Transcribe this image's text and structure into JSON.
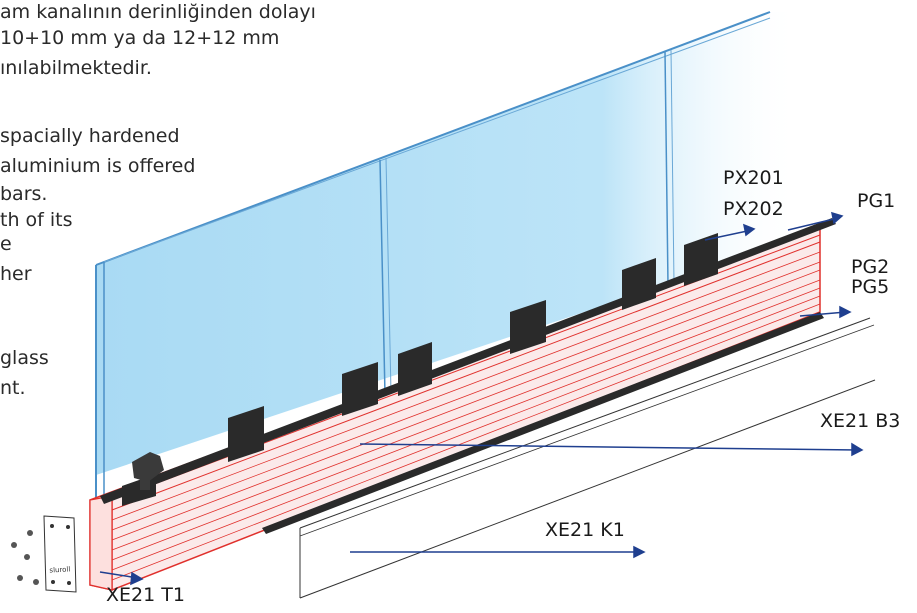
{
  "text_block_tr": [
    "am kanalının derinliğinden dolayı",
    "10+10 mm ya da 12+12 mm",
    "ınılabilmektedir."
  ],
  "text_block_en": [
    "spacially hardened",
    "aluminium is offered",
    " bars.",
    "th of its",
    "e",
    "her",
    "",
    "glass",
    "nt."
  ],
  "labels": {
    "px201": "PX201",
    "px202": "PX202",
    "pg1": "PG1",
    "pg2": "PG2",
    "pg5": "PG5",
    "xe21_b3": "XE21 B3",
    "xe21_k1": "XE21 K1",
    "xe21_t1": "XE21 T1"
  },
  "end_cap_brand": "sluroll",
  "colors": {
    "glass": "#a8dcf5",
    "glass_edge": "#4a90c8",
    "profile_red": "#e0302c",
    "rubber": "#2a2a2a",
    "leader": "#1f3f8f"
  }
}
